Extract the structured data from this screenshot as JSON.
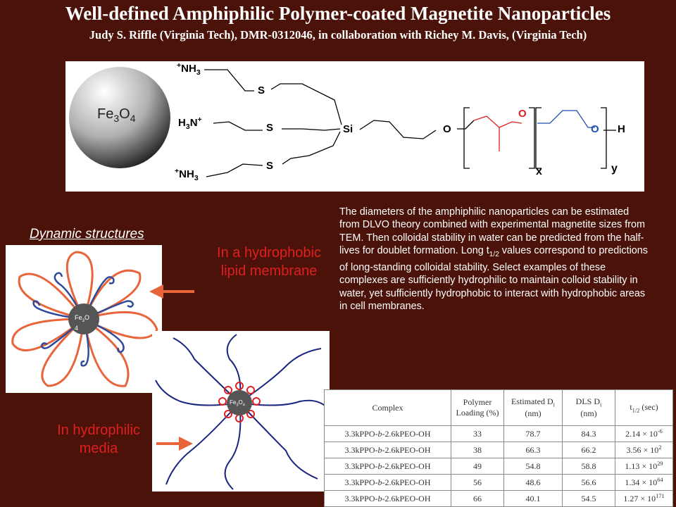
{
  "header": {
    "title": "Well-defined Amphiphilic Polymer-coated Magnetite Nanoparticles",
    "subtitle": "Judy S. Riffle (Virginia Tech), DMR-0312046, in collaboration with Richey M. Davis, (Virginia Tech)"
  },
  "structure": {
    "core_main": "Fe",
    "core_sub1": "3",
    "core_mid": "O",
    "core_sub2": "4",
    "amine_top_plus": "+",
    "amine_top": "NH",
    "amine_top_sub": "3",
    "amine_mid": "H",
    "amine_mid_sub": "3",
    "amine_mid_n": "N",
    "amine_mid_plus": "+",
    "amine_bot_plus": "+",
    "amine_bot": "NH",
    "amine_bot_sub": "3",
    "sulfur": "S",
    "silicon": "Si",
    "oxygen": "O",
    "hydrogen": "H",
    "x_label": "x",
    "y_label": "y"
  },
  "diagram": {
    "dynamic_title": "Dynamic structures",
    "hydrophobic_label_1": "In a hydrophobic",
    "hydrophobic_label_2": "lipid membrane",
    "hydrophilic_label_1": "In hydrophilic",
    "hydrophilic_label_2": "media",
    "core_fe": "Fe",
    "core_3": "3",
    "core_o": "O",
    "core_4": "4"
  },
  "description": {
    "p1": "The diameters of the amphiphilic nanoparticles can be estimated from DLVO theory combined with experimental magnetite sizes from TEM.  Then colloidal stability in water can be predicted from the half-lives for doublet formation.  Long t",
    "p1_sub": "1/2",
    "p2": " values correspond to predictions of long-standing colloidal stability.  Select examples of these complexes are sufficiently hydrophilic to maintain colloid stability in water, yet sufficiently hydrophobic to interact with hydrophobic areas in cell membranes."
  },
  "table": {
    "h_complex": "Complex",
    "h_loading_1": "Polymer",
    "h_loading_2": "Loading (%)",
    "h_est_1": "Estimated D",
    "h_est_sub": "i",
    "h_est_2": "(nm)",
    "h_dls_1": "DLS D",
    "h_dls_sub": "i",
    "h_dls_2": "(nm)",
    "h_t_1": "t",
    "h_t_sub": "1/2",
    "h_t_2": " (sec)",
    "rows": [
      {
        "complex_a": "3.3kPPO-",
        "complex_b": "b",
        "complex_c": "-2.6kPEO-OH",
        "loading": "33",
        "est": "78.7",
        "dls": "84.3",
        "t_base": "2.14 × 10",
        "t_exp": "-6"
      },
      {
        "complex_a": "3.3kPPO-",
        "complex_b": "b",
        "complex_c": "-2.6kPEO-OH",
        "loading": "38",
        "est": "66.3",
        "dls": "66.2",
        "t_base": "3.56 × 10",
        "t_exp": "2"
      },
      {
        "complex_a": "3.3kPPO-",
        "complex_b": "b",
        "complex_c": "-2.6kPEO-OH",
        "loading": "49",
        "est": "54.8",
        "dls": "58.8",
        "t_base": "1.13 × 10",
        "t_exp": "29"
      },
      {
        "complex_a": "3.3kPPO-",
        "complex_b": "b",
        "complex_c": "-2.6kPEO-OH",
        "loading": "56",
        "est": "48.6",
        "dls": "56.6",
        "t_base": "1.34 × 10",
        "t_exp": "64"
      },
      {
        "complex_a": "3.3kPPO-",
        "complex_b": "b",
        "complex_c": "-2.6kPEO-OH",
        "loading": "66",
        "est": "40.1",
        "dls": "54.5",
        "t_base": "1.27 × 10",
        "t_exp": "171"
      }
    ]
  }
}
